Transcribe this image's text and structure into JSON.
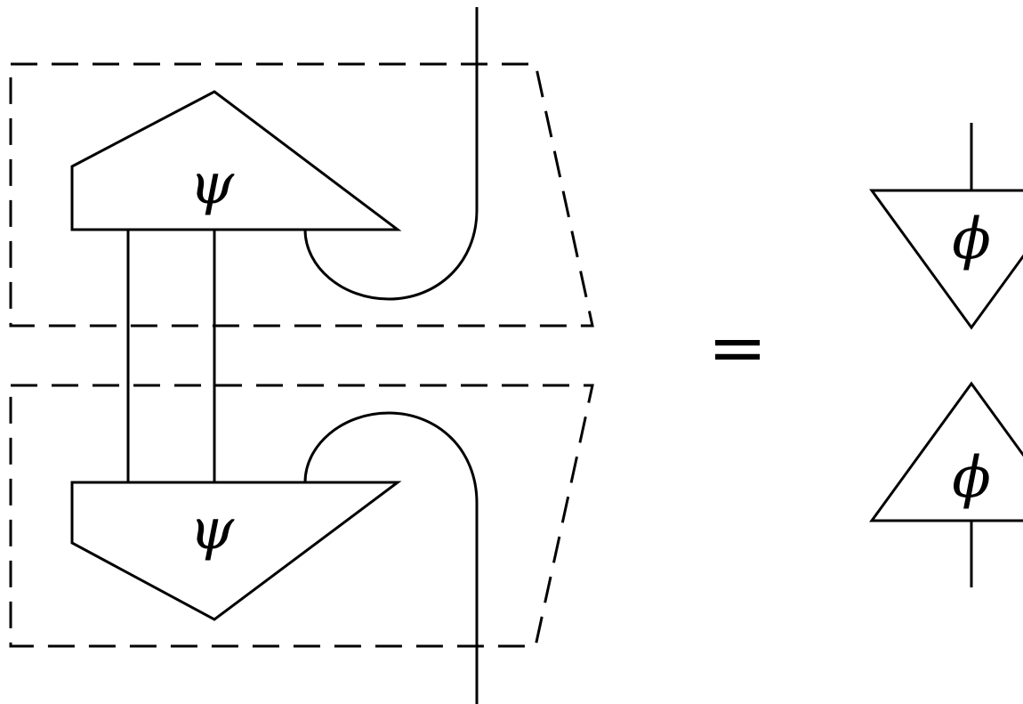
{
  "diagram": {
    "left_side": {
      "top_tensor": {
        "symbol": "ψ"
      },
      "bottom_tensor": {
        "symbol": "ψ"
      }
    },
    "relation": "=",
    "right_side": {
      "top_tensor": {
        "symbol": "ϕ"
      },
      "bottom_tensor": {
        "symbol": "ϕ"
      }
    }
  }
}
